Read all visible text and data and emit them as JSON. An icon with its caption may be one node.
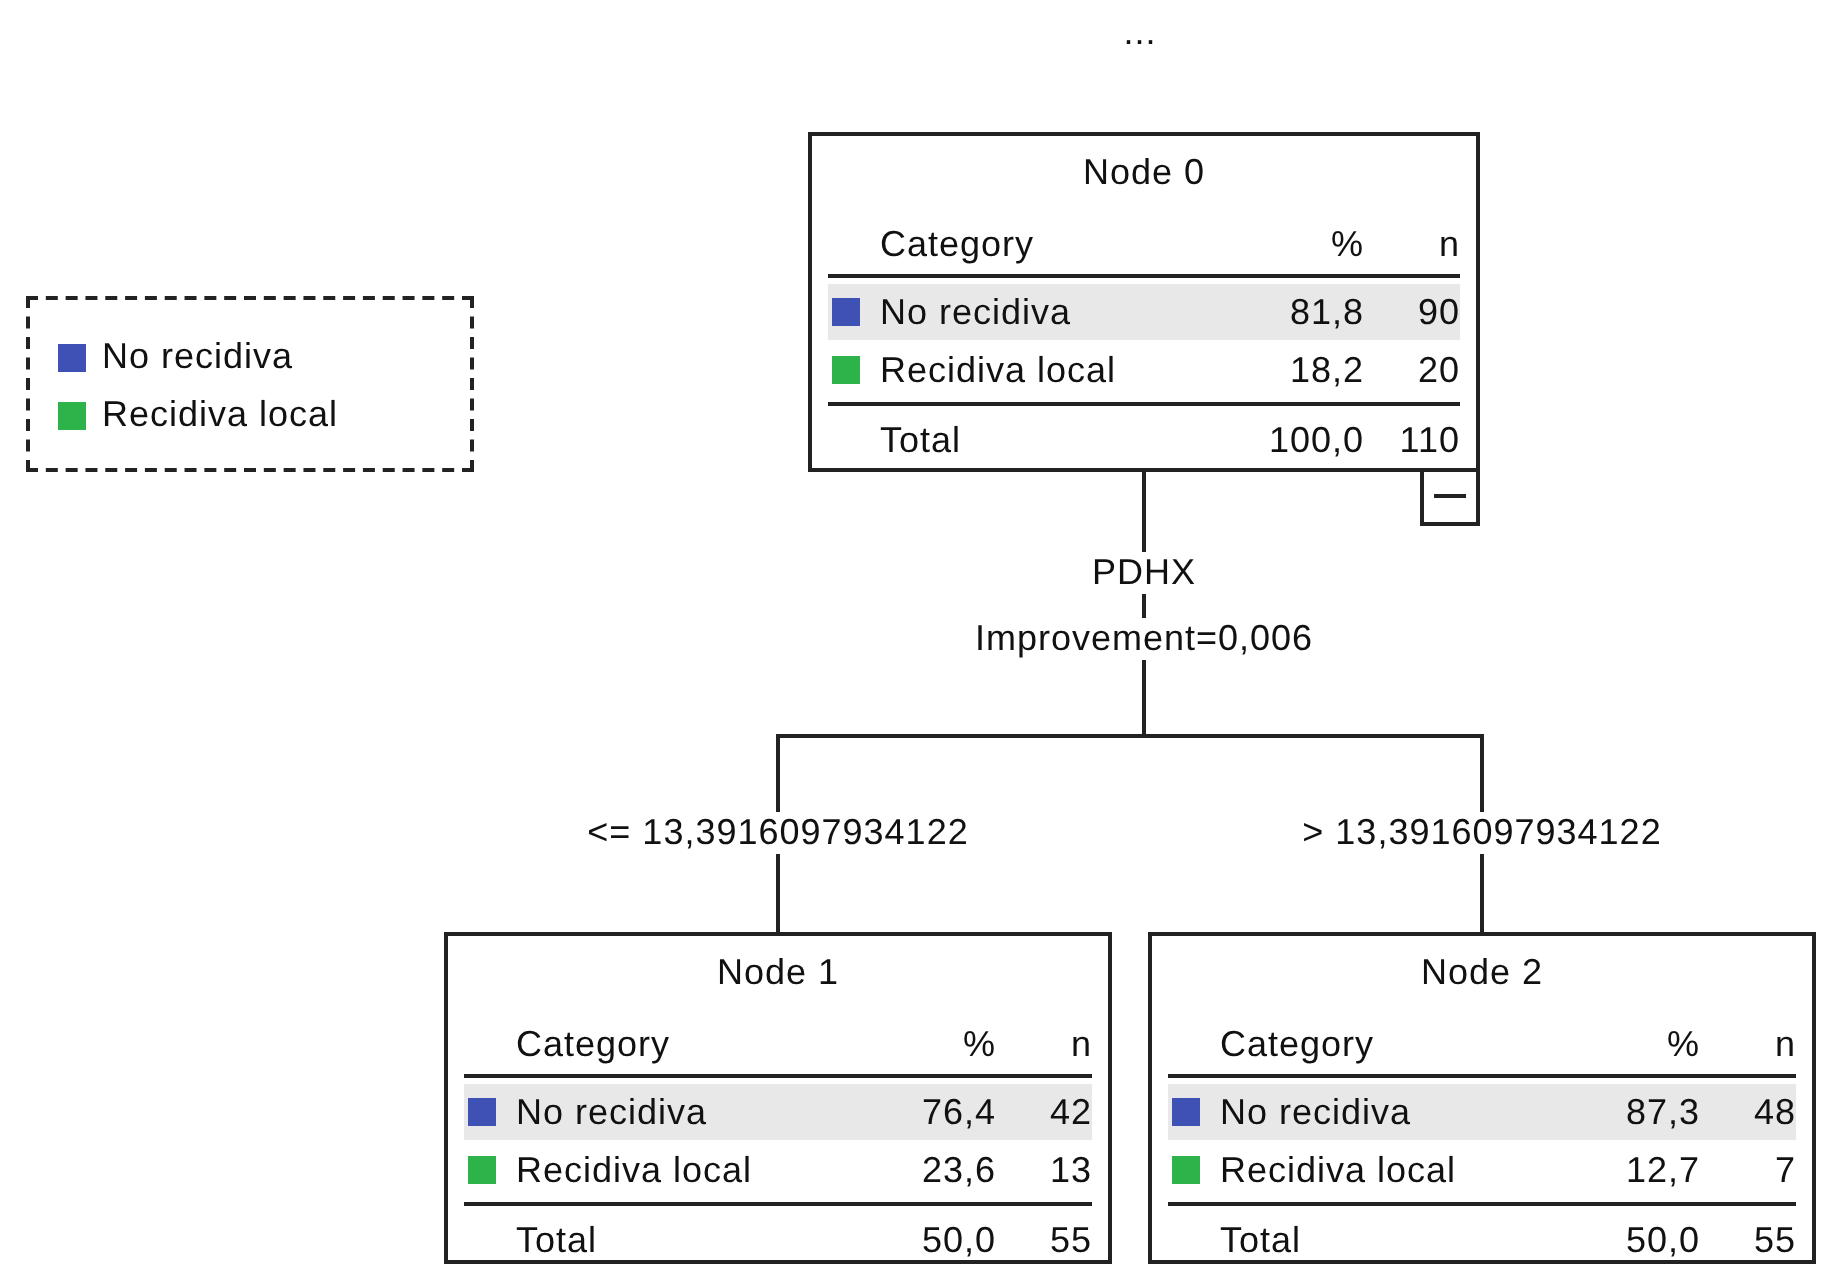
{
  "diagram": {
    "nodes": [
      {
        "text": [
          "Node 0",
          "Category",
          "%",
          "n",
          "No recidiva",
          "81,8",
          "90",
          "Recidiva local",
          "18,2",
          "20",
          "Total",
          "100,0",
          "110"
        ]
      },
      {
        "text": [
          "Node 1",
          "Category",
          "%",
          "n",
          "No recidiva",
          "76,4",
          "42",
          "Recidiva local",
          "23,6",
          "13",
          "Total",
          "50,0",
          "55"
        ]
      },
      {
        "text": [
          "Node 2",
          "Category",
          "%",
          "n",
          "No recidiva",
          "87,3",
          "48",
          "Recidiva local",
          "12,7",
          "7",
          "Total",
          "50,0",
          "55"
        ]
      }
    ],
    "edges": [
      {
        "from": 0,
        "to": 1,
        "arrow": "none",
        "label": "<= 13,3916097934122"
      },
      {
        "from": 0,
        "to": 2,
        "arrow": "none",
        "label": "> 13,3916097934122"
      }
    ],
    "labels": [
      "...",
      "PDHX",
      "Improvement=0,006"
    ],
    "legend": [
      {
        "text": "No recidiva",
        "color": "#3f51b5"
      },
      {
        "text": "Recidiva local",
        "color": "#2db34a"
      }
    ]
  }
}
